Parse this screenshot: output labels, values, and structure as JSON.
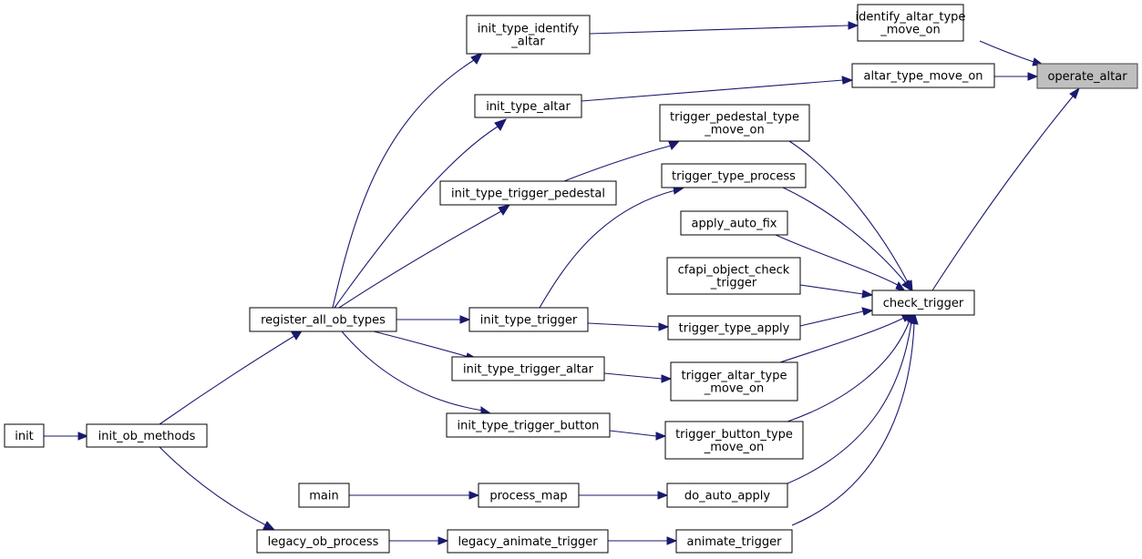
{
  "graph": {
    "title": "",
    "nodes": [
      {
        "id": "init",
        "lines": [
          "init"
        ]
      },
      {
        "id": "init_ob_methods",
        "lines": [
          "init_ob_methods"
        ]
      },
      {
        "id": "register_all_ob_types",
        "lines": [
          "register_all_ob_types"
        ]
      },
      {
        "id": "legacy_ob_process",
        "lines": [
          "legacy_ob_process"
        ]
      },
      {
        "id": "main",
        "lines": [
          "main"
        ]
      },
      {
        "id": "init_type_identify_altar",
        "lines": [
          "init_type_identify",
          "_altar"
        ]
      },
      {
        "id": "init_type_altar",
        "lines": [
          "init_type_altar"
        ]
      },
      {
        "id": "init_type_trigger_pedestal",
        "lines": [
          "init_type_trigger_pedestal"
        ]
      },
      {
        "id": "init_type_trigger",
        "lines": [
          "init_type_trigger"
        ]
      },
      {
        "id": "init_type_trigger_altar",
        "lines": [
          "init_type_trigger_altar"
        ]
      },
      {
        "id": "init_type_trigger_button",
        "lines": [
          "init_type_trigger_button"
        ]
      },
      {
        "id": "process_map",
        "lines": [
          "process_map"
        ]
      },
      {
        "id": "legacy_animate_trigger",
        "lines": [
          "legacy_animate_trigger"
        ]
      },
      {
        "id": "identify_altar_type_move_on",
        "lines": [
          "identify_altar_type",
          "_move_on"
        ]
      },
      {
        "id": "altar_type_move_on",
        "lines": [
          "altar_type_move_on"
        ]
      },
      {
        "id": "trigger_pedestal_type_move_on",
        "lines": [
          "trigger_pedestal_type",
          "_move_on"
        ]
      },
      {
        "id": "trigger_type_process",
        "lines": [
          "trigger_type_process"
        ]
      },
      {
        "id": "apply_auto_fix",
        "lines": [
          "apply_auto_fix"
        ]
      },
      {
        "id": "cfapi_object_check_trigger",
        "lines": [
          "cfapi_object_check",
          "_trigger"
        ]
      },
      {
        "id": "trigger_type_apply",
        "lines": [
          "trigger_type_apply"
        ]
      },
      {
        "id": "trigger_altar_type_move_on",
        "lines": [
          "trigger_altar_type",
          "_move_on"
        ]
      },
      {
        "id": "trigger_button_type_move_on",
        "lines": [
          "trigger_button_type",
          "_move_on"
        ]
      },
      {
        "id": "do_auto_apply",
        "lines": [
          "do_auto_apply"
        ]
      },
      {
        "id": "animate_trigger",
        "lines": [
          "animate_trigger"
        ]
      },
      {
        "id": "check_trigger",
        "lines": [
          "check_trigger"
        ]
      },
      {
        "id": "operate_altar",
        "lines": [
          "operate_altar"
        ],
        "highlight": true
      }
    ],
    "edges": [
      {
        "from": "init",
        "to": "init_ob_methods"
      },
      {
        "from": "init_ob_methods",
        "to": "register_all_ob_types"
      },
      {
        "from": "init_ob_methods",
        "to": "legacy_ob_process"
      },
      {
        "from": "register_all_ob_types",
        "to": "init_type_identify_altar"
      },
      {
        "from": "register_all_ob_types",
        "to": "init_type_altar"
      },
      {
        "from": "register_all_ob_types",
        "to": "init_type_trigger_pedestal"
      },
      {
        "from": "register_all_ob_types",
        "to": "init_type_trigger"
      },
      {
        "from": "register_all_ob_types",
        "to": "init_type_trigger_altar"
      },
      {
        "from": "register_all_ob_types",
        "to": "init_type_trigger_button"
      },
      {
        "from": "main",
        "to": "process_map"
      },
      {
        "from": "legacy_ob_process",
        "to": "legacy_animate_trigger"
      },
      {
        "from": "init_type_identify_altar",
        "to": "identify_altar_type_move_on"
      },
      {
        "from": "init_type_altar",
        "to": "altar_type_move_on"
      },
      {
        "from": "init_type_trigger_pedestal",
        "to": "trigger_pedestal_type_move_on"
      },
      {
        "from": "init_type_trigger",
        "to": "trigger_type_process"
      },
      {
        "from": "init_type_trigger",
        "to": "trigger_type_apply"
      },
      {
        "from": "init_type_trigger_altar",
        "to": "trigger_altar_type_move_on"
      },
      {
        "from": "init_type_trigger_button",
        "to": "trigger_button_type_move_on"
      },
      {
        "from": "process_map",
        "to": "do_auto_apply"
      },
      {
        "from": "legacy_animate_trigger",
        "to": "animate_trigger"
      },
      {
        "from": "identify_altar_type_move_on",
        "to": "operate_altar"
      },
      {
        "from": "altar_type_move_on",
        "to": "operate_altar"
      },
      {
        "from": "trigger_pedestal_type_move_on",
        "to": "check_trigger"
      },
      {
        "from": "trigger_type_process",
        "to": "check_trigger"
      },
      {
        "from": "apply_auto_fix",
        "to": "check_trigger"
      },
      {
        "from": "cfapi_object_check_trigger",
        "to": "check_trigger"
      },
      {
        "from": "trigger_type_apply",
        "to": "check_trigger"
      },
      {
        "from": "trigger_altar_type_move_on",
        "to": "check_trigger"
      },
      {
        "from": "trigger_button_type_move_on",
        "to": "check_trigger"
      },
      {
        "from": "do_auto_apply",
        "to": "check_trigger"
      },
      {
        "from": "animate_trigger",
        "to": "check_trigger"
      },
      {
        "from": "check_trigger",
        "to": "operate_altar"
      }
    ]
  }
}
